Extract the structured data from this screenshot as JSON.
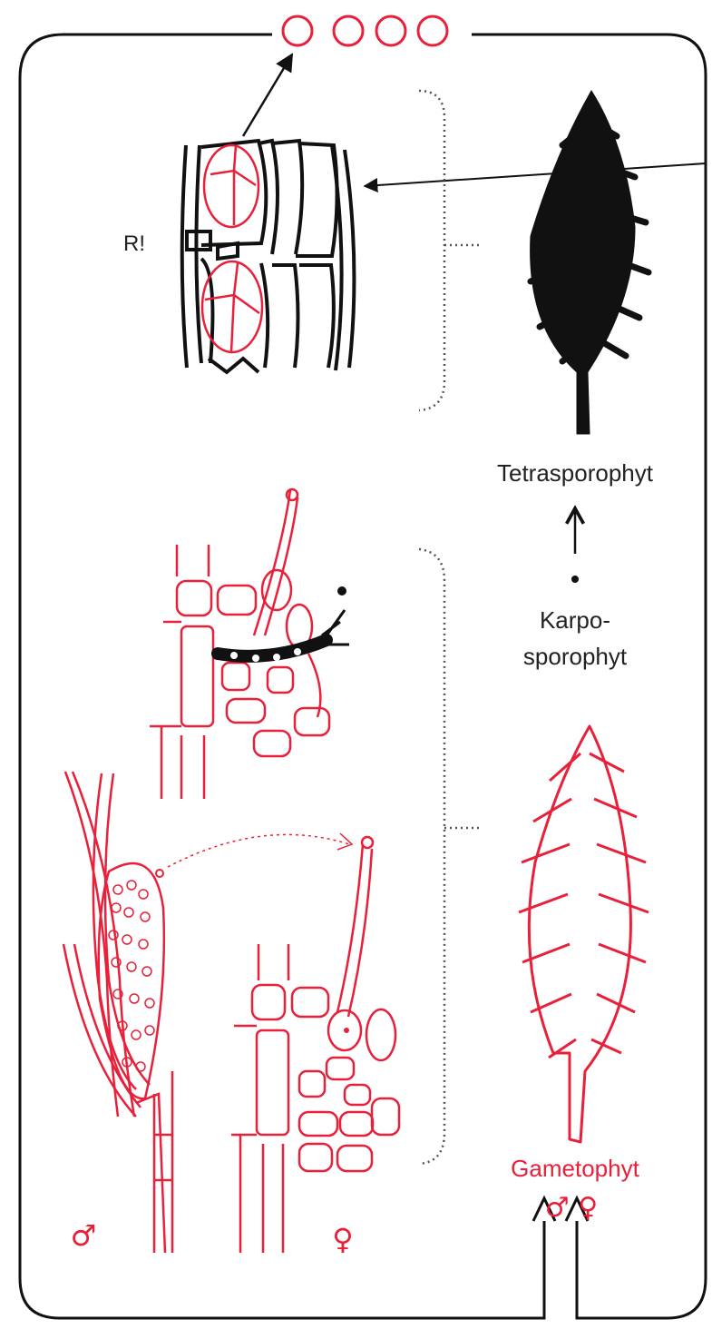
{
  "labels": {
    "meiosis_mark": "R!",
    "tetrasporophyte": "Tetrasporophyt",
    "carposporophyte_line1": "Karpo-",
    "carposporophyte_line2": "sporophyt",
    "gametophyte": "Gametophyt",
    "male_symbol": "♂",
    "female_symbol": "♀",
    "gametophyte_symbols": "♂ ♀"
  },
  "colors": {
    "ink": "#1a1a1a",
    "accent": "#e8203a",
    "dotted": "#555555"
  },
  "stages": [
    "tetraspores",
    "tetrasporophyte",
    "carposporophyte",
    "gametophyte"
  ]
}
